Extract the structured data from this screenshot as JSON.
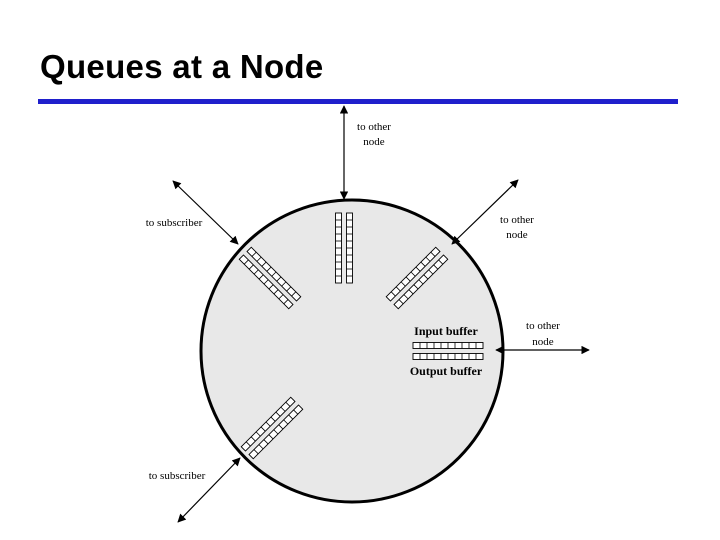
{
  "title": "Queues at a Node",
  "colors": {
    "title_rule": "#1f1fcc",
    "node_fill": "#e8e8e8",
    "stroke": "#000000"
  },
  "labels": {
    "top_line1": "to other",
    "top_line2": "node",
    "upper_left": "to subscriber",
    "upper_right_line1": "to other",
    "upper_right_line2": "node",
    "right_line1": "to other",
    "right_line2": "node",
    "lower_left": "to subscriber",
    "input_buffer": "Input buffer",
    "output_buffer": "Output buffer"
  }
}
